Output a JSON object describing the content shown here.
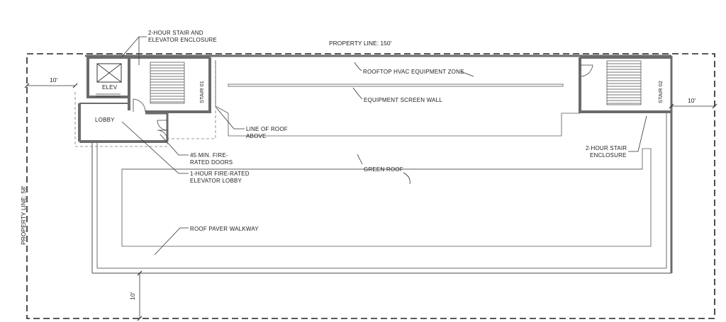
{
  "property": {
    "top": "PROPERTY LINE: 150'",
    "left": "PROPERTY LINE: 58'"
  },
  "dimensions": {
    "left_offset": "10'",
    "right_offset": "10'",
    "bottom_offset": "10'"
  },
  "rooms": {
    "elevator": "ELEV",
    "lobby": "LOBBY",
    "stair_01": "STAIR 01",
    "stair_02": "STAIR 02",
    "green_roof": "GREEN ROOF"
  },
  "callouts": {
    "stair_elev_enclosure": [
      "2-HOUR STAIR AND",
      "ELEVATOR ENCLOSURE"
    ],
    "hvac_zone": "ROOFTOP HVAC EQUIPMENT ZONE",
    "screen_wall": "EQUIPMENT SCREEN WALL",
    "line_of_roof": [
      "LINE OF ROOF",
      "ABOVE"
    ],
    "fire_doors": [
      "45 MIN. FIRE-",
      "RATED DOORS"
    ],
    "elevator_lobby": [
      "1-HOUR FIRE-RATED",
      "ELEVATOR LOBBY"
    ],
    "stair_enclosure": [
      "2-HOUR STAIR",
      "ENCLOSURE"
    ],
    "paver_walkway": "ROOF PAVER WALKWAY"
  },
  "colors": {
    "wall": "#6b6b6b",
    "line": "#333333",
    "background": "#ffffff"
  }
}
